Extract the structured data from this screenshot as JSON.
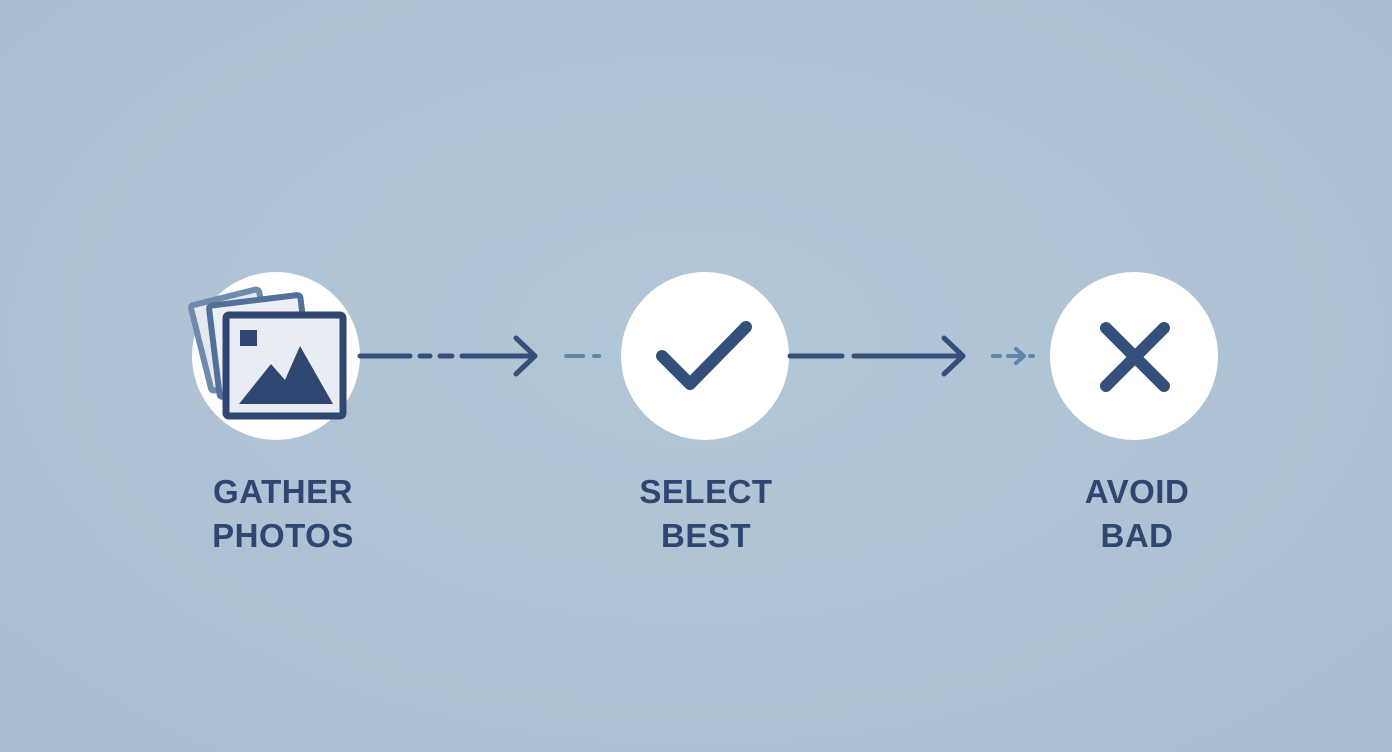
{
  "colors": {
    "background": "#afc3d4",
    "circle": "#ffffff",
    "ink": "#34507a",
    "ink_light": "#5d86ad",
    "text": "#2f4670"
  },
  "steps": [
    {
      "line1": "GATHER",
      "line2": "PHOTOS",
      "icon": "photos-icon"
    },
    {
      "line1": "SELECT",
      "line2": "BEST",
      "icon": "checkmark-icon"
    },
    {
      "line1": "AVOID",
      "line2": "BAD",
      "icon": "x-mark-icon"
    }
  ],
  "connectors": [
    {
      "from": "gather-photos",
      "to": "select-best",
      "style": "dashed-arrow"
    },
    {
      "from": "select-best",
      "to": "avoid-bad",
      "style": "solid-arrow"
    }
  ]
}
